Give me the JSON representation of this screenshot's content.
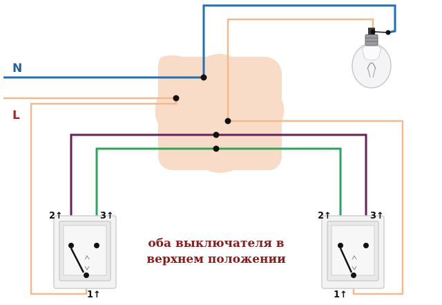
{
  "labels": {
    "neutral": "N",
    "line": "L",
    "left_switch_terminals": [
      "2",
      "3",
      "1"
    ],
    "right_switch_terminals": [
      "2",
      "3",
      "1"
    ],
    "arrow": "↑"
  },
  "caption": {
    "line1": "оба выключателя в",
    "line2": "верхнем положении"
  },
  "colors": {
    "neutral_wire": "#1f6fb5",
    "line_wire": "#f2b98a",
    "traveler_a": "#6a1f5a",
    "traveler_b": "#2aa55a",
    "junction_box": "#f9dcc7",
    "neutral_label": "#1f5fa0",
    "line_label": "#b22222",
    "caption_text": "#8b1a1a",
    "switch_plate": "#e9e9e9"
  },
  "icons": {
    "lamp": "light-bulb-icon",
    "switch": "two-way-switch-icon"
  }
}
